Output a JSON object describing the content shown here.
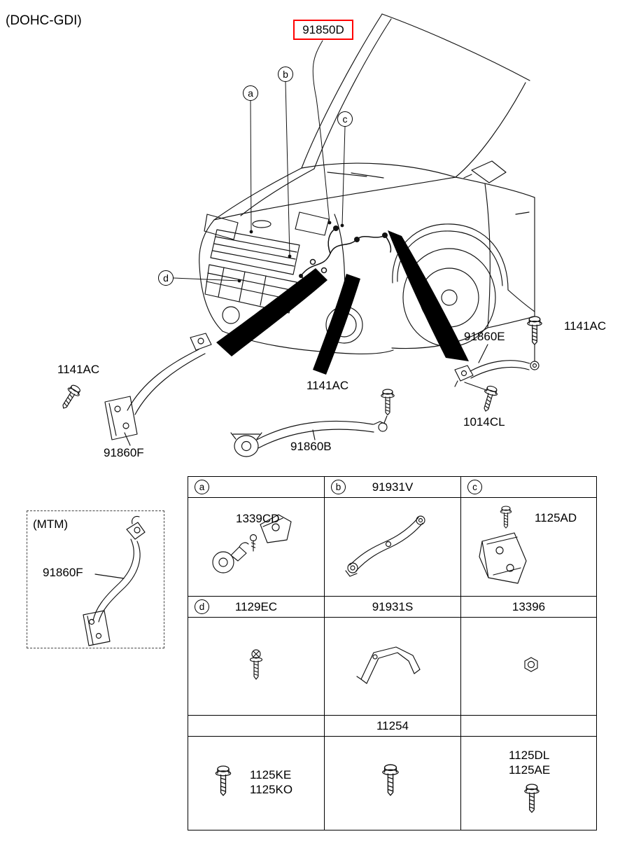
{
  "page": {
    "engine_variant": "(DOHC-GDI)"
  },
  "accent_color": "#ff0000",
  "diagram": {
    "main_part_label": "91850D",
    "callout_a": "a",
    "callout_b": "b",
    "callout_c": "c",
    "callout_d": "d",
    "label_bolt_top_right": "1141AC",
    "label_cable_right": "91860E",
    "label_bolt_left": "1141AC",
    "label_bolt_center": "1141AC",
    "label_bolt_lower_right": "1014CL",
    "label_cable_left": "91860F",
    "label_cable_center": "91860B"
  },
  "mtm": {
    "variant_label": "(MTM)",
    "part_label": "91860F"
  },
  "table": {
    "r1": {
      "letter_a": "a",
      "letter_b": "b",
      "part_b": "91931V",
      "letter_c": "c"
    },
    "r2": {
      "part_a": "1339CD",
      "part_c": "1125AD"
    },
    "r3": {
      "letter_d": "d",
      "part_d": "1129EC",
      "part_mid": "91931S",
      "part_right": "13396"
    },
    "r5": {
      "part_mid": "11254"
    },
    "r6": {
      "left_line1": "1125KE",
      "left_line2": "1125KO",
      "right_line1": "1125DL",
      "right_line2": "1125AE"
    }
  }
}
